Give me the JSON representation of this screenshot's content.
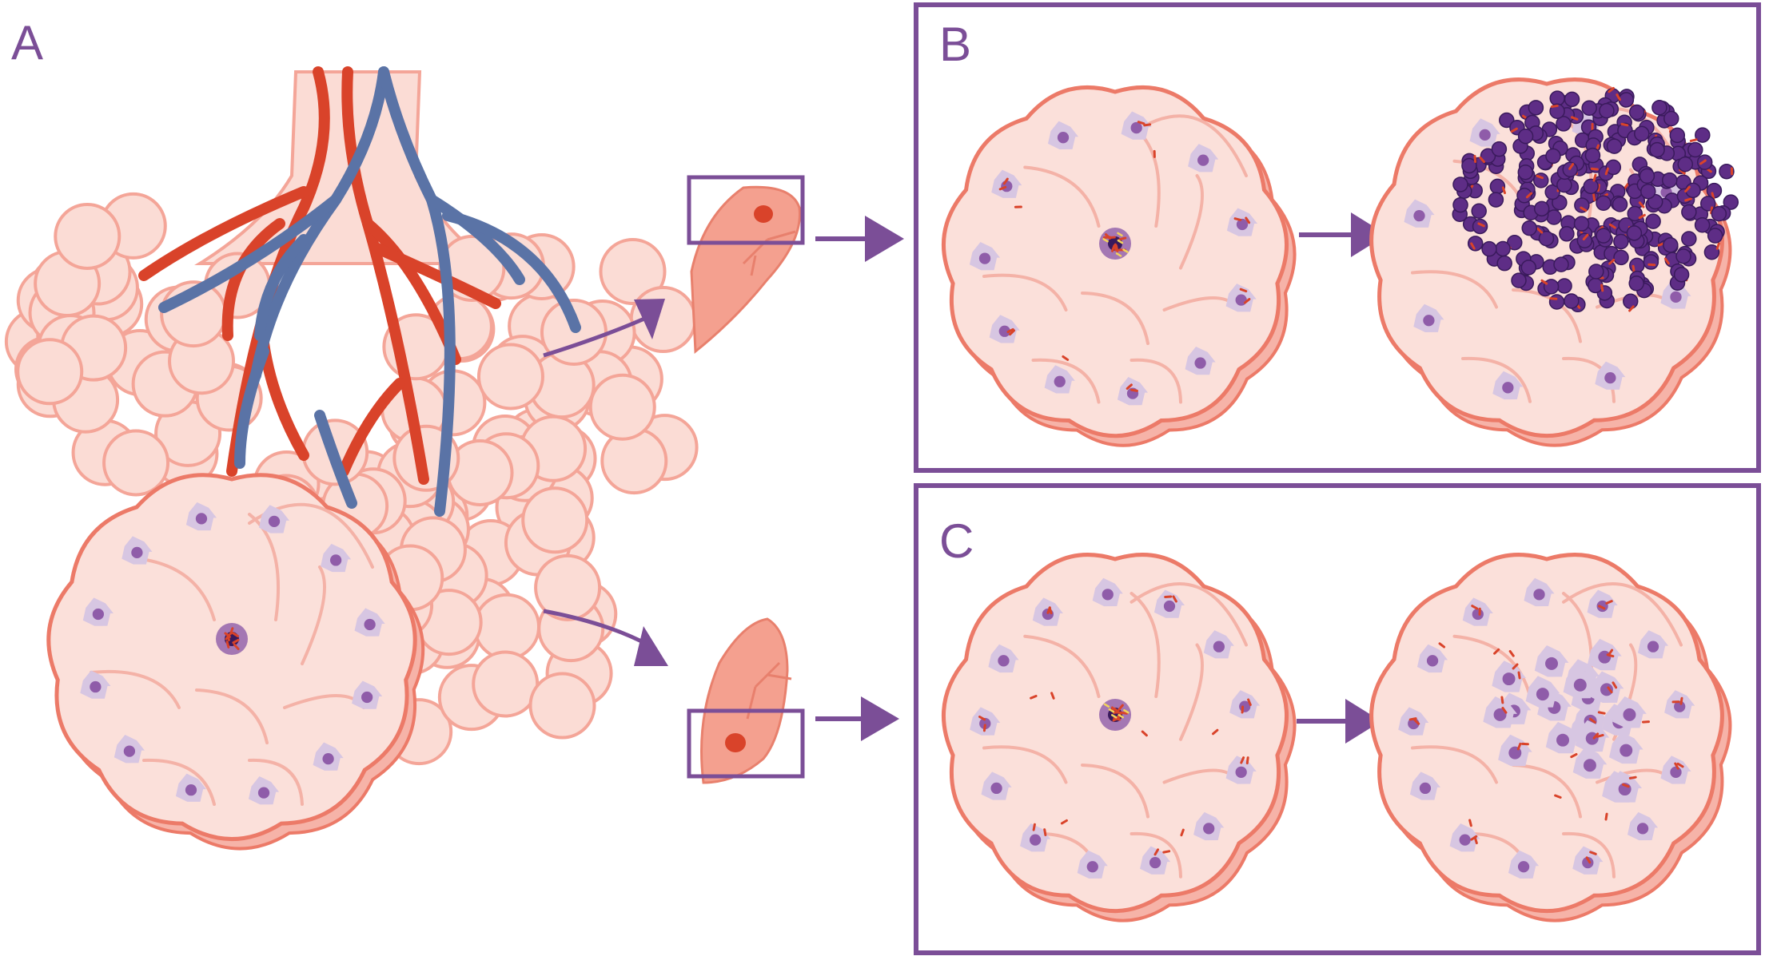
{
  "panels": {
    "a": {
      "label": "A"
    },
    "b": {
      "label": "B"
    },
    "c": {
      "label": "C"
    }
  },
  "colors": {
    "frame": "#7b4e97",
    "artery": "#d9432a",
    "vein": "#5a73a6",
    "acinus_fill": "#fbe0da",
    "acinus_stroke": "#f2a497",
    "lobule_rim": "#ec7a68",
    "macrophage_body": "#d7c6e2",
    "macrophage_nucleus": "#8f5ca9",
    "neutrophil": "#5e2d86",
    "bacteria": "#d9432a",
    "lung_icon": "#f4a08f"
  },
  "icons": [
    "lung-icon-upper",
    "lung-icon-lower",
    "arrow-right",
    "macrophage-cell",
    "neutrophil-cell",
    "bacteria"
  ]
}
